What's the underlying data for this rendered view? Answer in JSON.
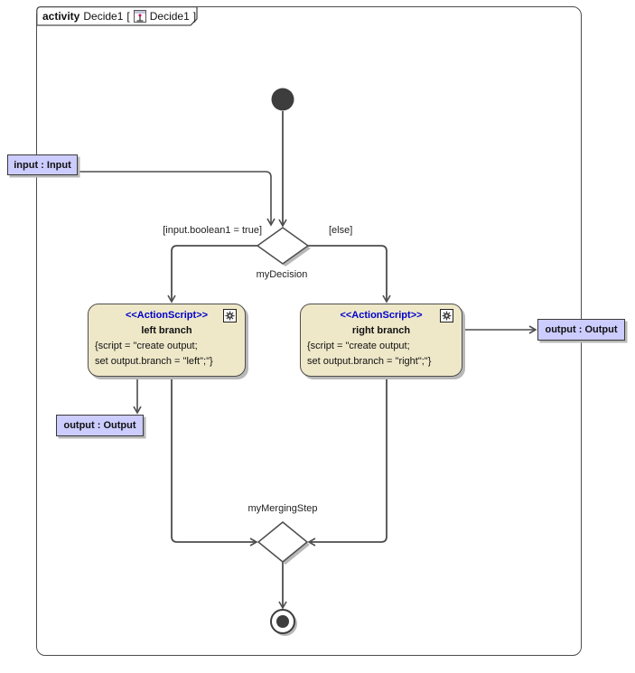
{
  "frame": {
    "keyword": "activity",
    "activity_name": "Decide1",
    "bracket_open": "[",
    "diagram_ref": "Decide1",
    "bracket_close": "]"
  },
  "pins": {
    "input": {
      "label": "input : Input"
    },
    "output_left": {
      "label": "output : Output"
    },
    "output_right": {
      "label": "output : Output"
    }
  },
  "decision": {
    "name": "myDecision",
    "guard_true": "[input.boolean1 = true]",
    "guard_else": "[else]"
  },
  "merge": {
    "name": "myMergingStep"
  },
  "actions": {
    "left": {
      "stereotype": "<<ActionScript>>",
      "name": "left branch",
      "script_line_1": "{script = \"create output;",
      "script_line_2": "set output.branch = \"left\";\"}"
    },
    "right": {
      "stereotype": "<<ActionScript>>",
      "name": "right branch",
      "script_line_1": "{script = \"create output;",
      "script_line_2": "set output.branch = \"right\";\"}"
    }
  },
  "colors": {
    "action_fill": "#eee8c9",
    "pin_fill": "#ccccff",
    "stereotype_text": "#0000cc",
    "line": "#4d4d4d",
    "shadow": "#b8b8b8"
  }
}
